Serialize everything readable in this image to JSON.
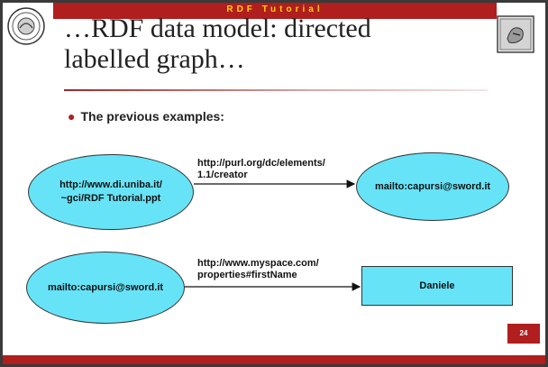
{
  "slide": {
    "band_title": "RDF Tutorial",
    "heading_line1": "…RDF data model: directed",
    "heading_line2": "labelled graph…",
    "bullet": "The previous examples:",
    "page_number": "24",
    "colors": {
      "band": "#b01e1e",
      "band_text": "#ffd200",
      "node_fill": "#66e3f7"
    },
    "icons": {
      "left_logo": "university-seal-icon",
      "right_logo": "tutorial-logo-icon",
      "bullet": "bullet-dot-icon"
    }
  },
  "graph1": {
    "subject_line1": "http://www.di.uniba.it/",
    "subject_line2": "~gci/RDF Tutorial.ppt",
    "predicate_line1": "http://purl.org/dc/elements/",
    "predicate_line2": "1.1/creator",
    "object": "mailto:capursi@sword.it"
  },
  "graph2": {
    "subject": "mailto:capursi@sword.it",
    "predicate_line1": "http://www.myspace.com/",
    "predicate_line2": "properties#firstName",
    "object": "Daniele"
  }
}
